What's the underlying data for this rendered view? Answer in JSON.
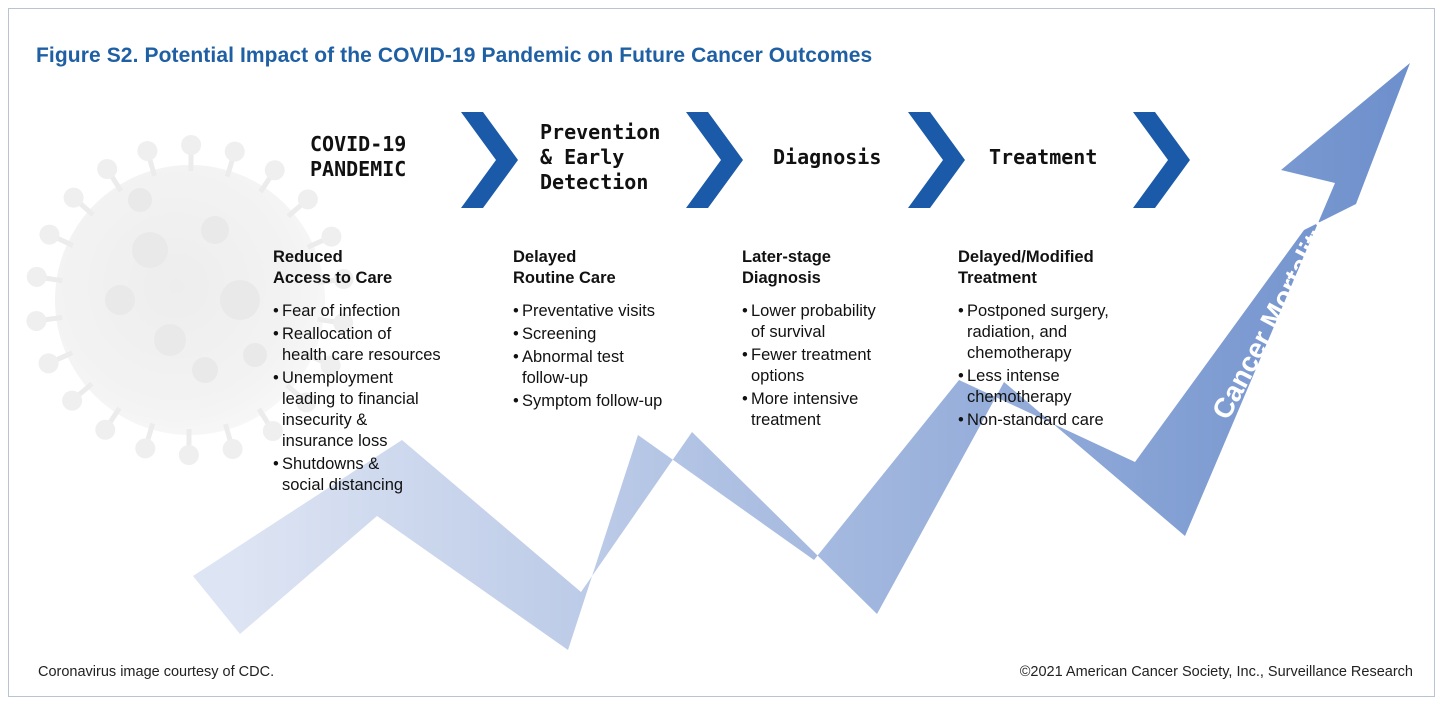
{
  "figure": {
    "title": "Figure S2. Potential Impact of the COVID-19 Pandemic on Future Cancer Outcomes",
    "accent_color": "#1f5fa4",
    "chevron_color": "#1a5aa8",
    "trend_arrow_color_start": "#dde4f3",
    "trend_arrow_color_end": "#6d8fcc"
  },
  "stages": [
    {
      "lines": [
        "COVID-19",
        "PANDEMIC"
      ]
    },
    {
      "lines": [
        "Prevention",
        "& Early",
        "Detection"
      ]
    },
    {
      "lines": [
        "Diagnosis"
      ]
    },
    {
      "lines": [
        "Treatment"
      ]
    }
  ],
  "columns": [
    {
      "heading": [
        "Reduced",
        "Access to Care"
      ],
      "bullets": [
        [
          "Fear of infection"
        ],
        [
          "Reallocation of",
          "health care resources"
        ],
        [
          "Unemployment",
          "leading to financial",
          "insecurity &",
          "insurance loss"
        ],
        [
          "Shutdowns &",
          "social distancing"
        ]
      ]
    },
    {
      "heading": [
        "Delayed",
        "Routine Care"
      ],
      "bullets": [
        [
          "Preventative visits"
        ],
        [
          "Screening"
        ],
        [
          "Abnormal test",
          "follow-up"
        ],
        [
          "Symptom follow-up"
        ]
      ]
    },
    {
      "heading": [
        "Later-stage",
        "Diagnosis"
      ],
      "bullets": [
        [
          "Lower probability",
          "of survival"
        ],
        [
          "Fewer treatment",
          "options"
        ],
        [
          "More intensive",
          "treatment"
        ]
      ]
    },
    {
      "heading": [
        "Delayed/Modified",
        "Treatment"
      ],
      "bullets": [
        [
          "Postponed surgery,",
          "radiation, and",
          "chemotherapy"
        ],
        [
          "Less intense",
          "chemotherapy"
        ],
        [
          "Non-standard care"
        ]
      ]
    }
  ],
  "trend_arrow": {
    "label": "Cancer Mortality"
  },
  "footer": {
    "credit": "Coronavirus image courtesy of CDC.",
    "copyright": "©2021 American Cancer Society, Inc., Surveillance Research"
  }
}
